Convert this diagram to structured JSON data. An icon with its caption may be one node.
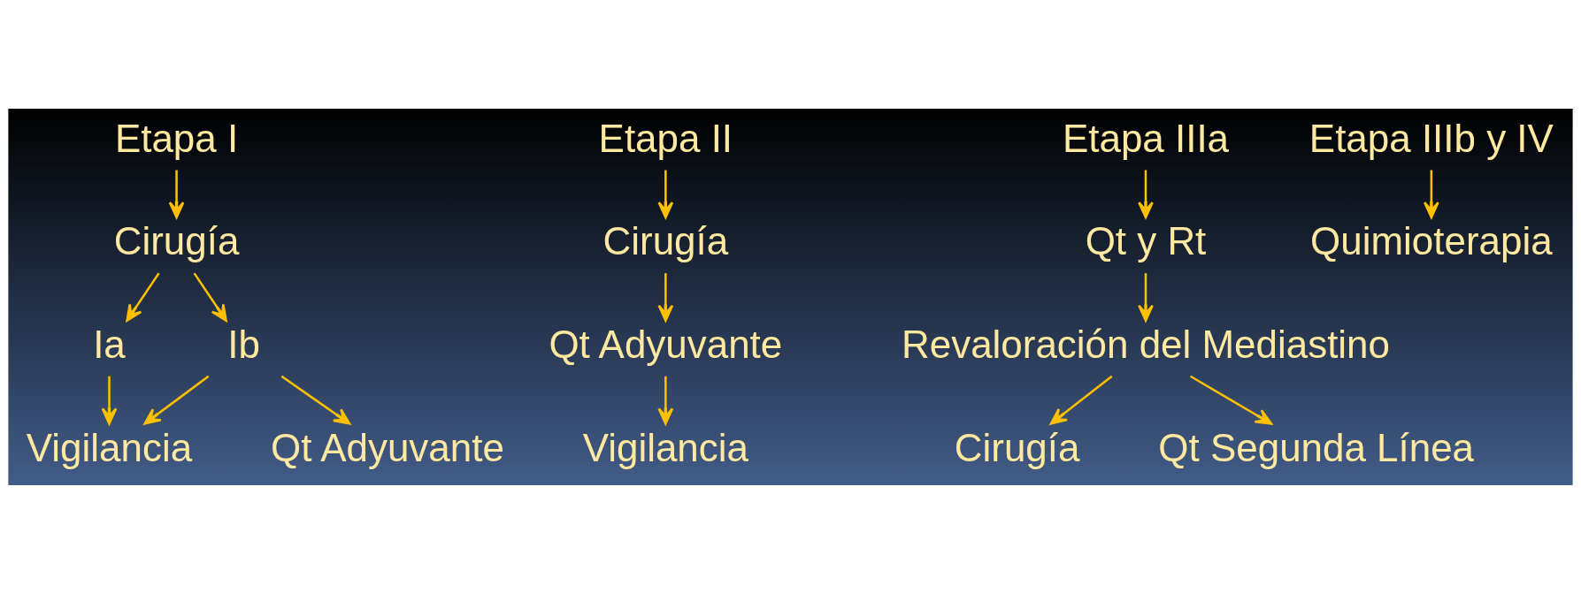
{
  "diagram": {
    "nodes": [
      {
        "text": [
          "Etapa I"
        ]
      },
      {
        "text": [
          "Cirugía"
        ]
      },
      {
        "text": [
          "Ia"
        ]
      },
      {
        "text": [
          "Ib"
        ]
      },
      {
        "text": [
          "Vigilancia"
        ]
      },
      {
        "text": [
          "Qt Adyuvante"
        ]
      },
      {
        "text": [
          "Etapa II"
        ]
      },
      {
        "text": [
          "Cirugía"
        ]
      },
      {
        "text": [
          "Qt Adyuvante"
        ]
      },
      {
        "text": [
          "Vigilancia"
        ]
      },
      {
        "text": [
          "Etapa IIIa"
        ]
      },
      {
        "text": [
          "Qt y Rt"
        ]
      },
      {
        "text": [
          "Revaloración del Mediastino"
        ]
      },
      {
        "text": [
          "Cirugía"
        ]
      },
      {
        "text": [
          "Qt Segunda Línea"
        ]
      },
      {
        "text": [
          "Etapa IIIb y IV"
        ]
      },
      {
        "text": [
          "Quimioterapia"
        ]
      }
    ],
    "edges": [
      {
        "from": 0,
        "to": 1,
        "arrow": "to"
      },
      {
        "from": 1,
        "to": 2,
        "arrow": "to"
      },
      {
        "from": 1,
        "to": 3,
        "arrow": "to"
      },
      {
        "from": 2,
        "to": 4,
        "arrow": "to"
      },
      {
        "from": 3,
        "to": 4,
        "arrow": "to"
      },
      {
        "from": 3,
        "to": 5,
        "arrow": "to"
      },
      {
        "from": 6,
        "to": 7,
        "arrow": "to"
      },
      {
        "from": 7,
        "to": 8,
        "arrow": "to"
      },
      {
        "from": 8,
        "to": 9,
        "arrow": "to"
      },
      {
        "from": 10,
        "to": 11,
        "arrow": "to"
      },
      {
        "from": 11,
        "to": 12,
        "arrow": "to"
      },
      {
        "from": 12,
        "to": 13,
        "arrow": "to"
      },
      {
        "from": 12,
        "to": 14,
        "arrow": "to"
      },
      {
        "from": 15,
        "to": 16,
        "arrow": "to"
      }
    ]
  }
}
